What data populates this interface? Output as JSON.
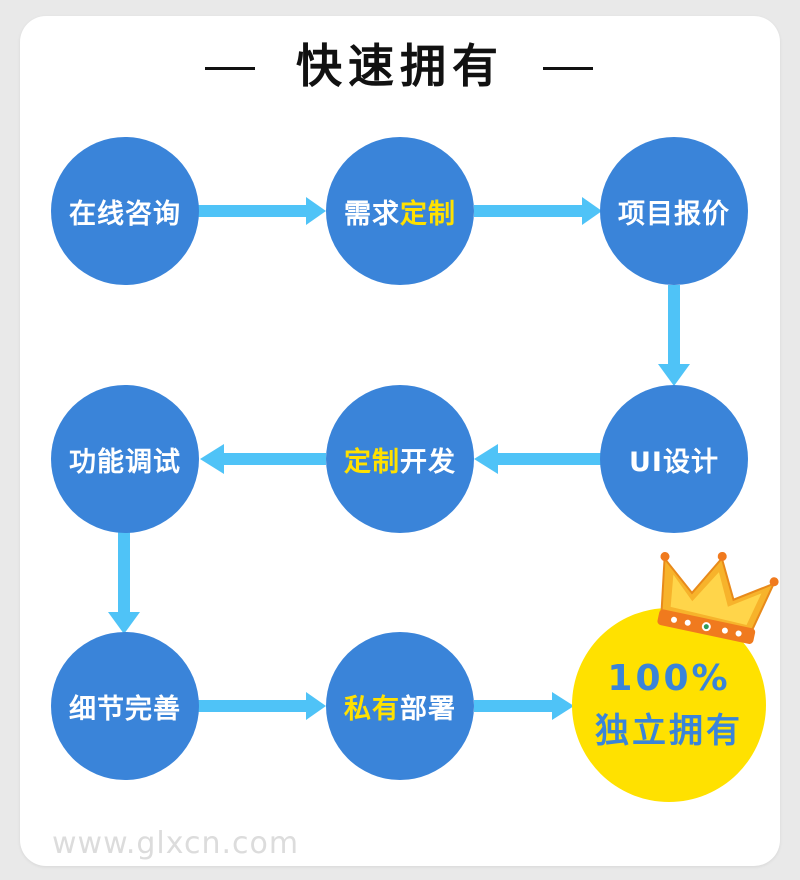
{
  "title": "快速拥有",
  "colors": {
    "node": "#3a84d9",
    "arrow": "#4fc3f7",
    "highlight": "#ffe100",
    "final": "#ffe100",
    "final_text": "#3a84d9"
  },
  "nodes": [
    {
      "pre": "在线咨询",
      "hl": "",
      "post": ""
    },
    {
      "pre": "需求",
      "hl": "定制",
      "post": ""
    },
    {
      "pre": "项目报价",
      "hl": "",
      "post": ""
    },
    {
      "pre": "UI设计",
      "hl": "",
      "post": ""
    },
    {
      "pre": "",
      "hl": "定制",
      "post": "开发"
    },
    {
      "pre": "功能调试",
      "hl": "",
      "post": ""
    },
    {
      "pre": "细节完善",
      "hl": "",
      "post": ""
    },
    {
      "pre": "",
      "hl": "私有",
      "post": "部署"
    }
  ],
  "final": {
    "line1": "100%",
    "line2": "独立拥有",
    "icon": "crown-icon"
  },
  "watermark": "www.glxcn.com"
}
